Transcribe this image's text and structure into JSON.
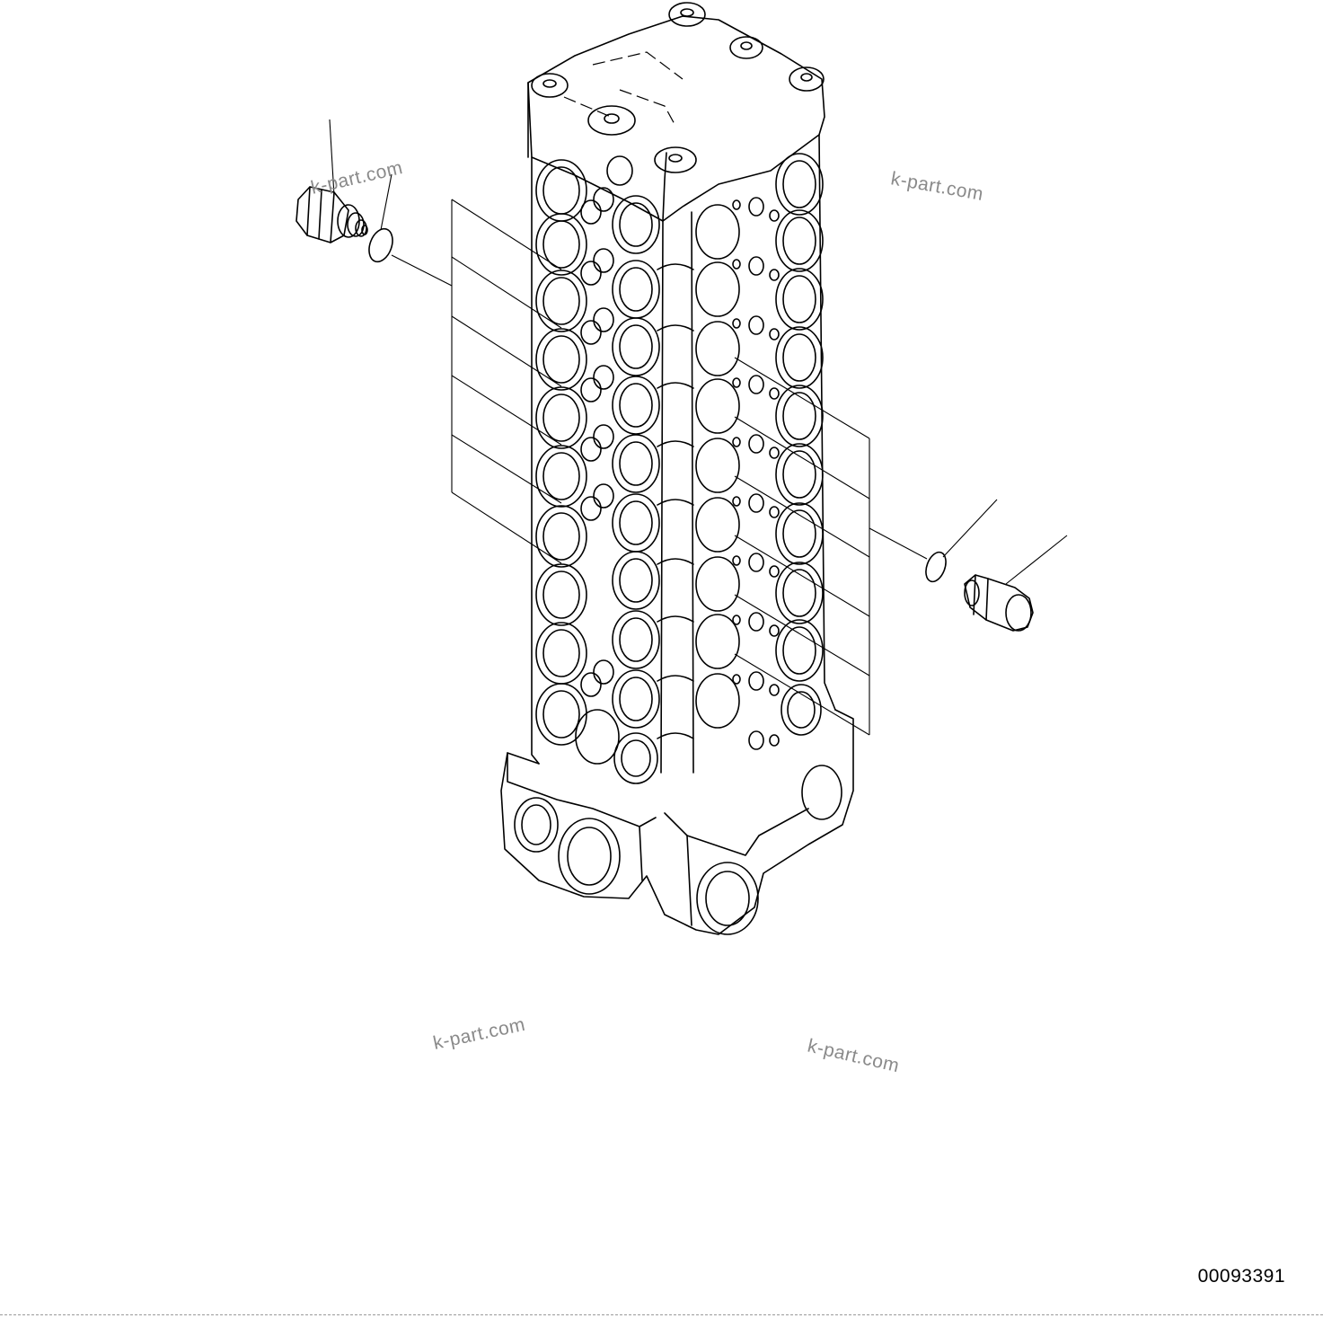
{
  "watermarks": [
    "k-part.com",
    "k-part.com",
    "k-part.com",
    "k-part.com"
  ],
  "drawing_number": "00093391",
  "colors": {
    "line": "#000000",
    "watermark": "#8a8a8a",
    "background": "#ffffff"
  }
}
